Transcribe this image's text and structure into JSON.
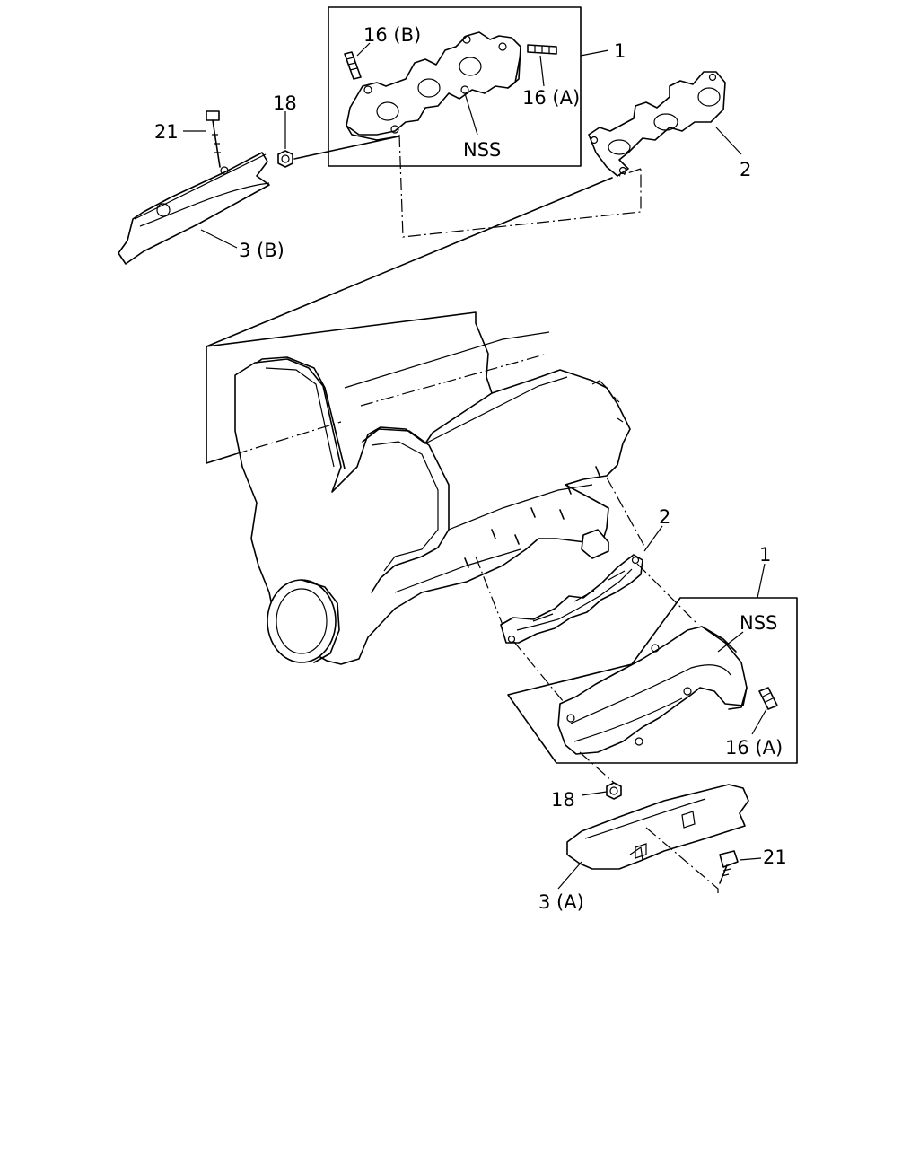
{
  "diagram": {
    "callouts": {
      "upper_manifold": "1",
      "upper_stud_b": "16 (B)",
      "upper_stud_a": "16 (A)",
      "upper_nss": "NSS",
      "upper_gasket": "2",
      "upper_nut": "18",
      "upper_bolt": "21",
      "upper_cover": "3 (B)",
      "lower_gasket": "2",
      "lower_manifold": "1",
      "lower_nss": "NSS",
      "lower_stud_a": "16 (A)",
      "lower_nut": "18",
      "lower_bolt": "21",
      "lower_cover": "3 (A)"
    }
  }
}
